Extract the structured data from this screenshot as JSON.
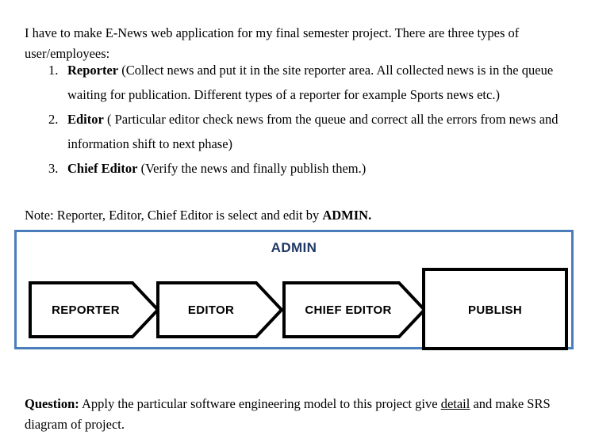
{
  "document": {
    "intro": "I have to make E-News web application for my final semester project. There are three types of user/employees:",
    "list": [
      {
        "marker": "1.",
        "term": "Reporter",
        "text": " (Collect news and put it in the site reporter area. All collected news is in the queue waiting for publication. Different types of a reporter for example Sports news etc.)"
      },
      {
        "marker": "2.",
        "term": "Editor",
        "text": " ( Particular editor check news from the queue and correct all the errors from news and information shift to next phase)"
      },
      {
        "marker": "3.",
        "term": "Chief Editor",
        "text": " (Verify the news and finally publish them.)"
      }
    ],
    "note": {
      "prefix": "Note: Reporter, Editor, Chief Editor is select and edit by ",
      "strong": "ADMIN."
    },
    "question": {
      "label": "Question:",
      "part1": " Apply the particular software engineering model to this project give ",
      "underlined": "detail",
      "part2": " and make SRS diagram of project."
    }
  },
  "diagram": {
    "title": "ADMIN",
    "frame_color": "#4A7EBB",
    "title_color": "#1F3864",
    "node_stroke": "#000000",
    "node_fill": "#ffffff",
    "nodes": [
      {
        "id": "reporter",
        "label": "REPORTER",
        "shape": "chevron"
      },
      {
        "id": "editor",
        "label": "EDITOR",
        "shape": "chevron"
      },
      {
        "id": "chief-editor",
        "label": "CHIEF EDITOR",
        "shape": "chevron"
      },
      {
        "id": "publish",
        "label": "PUBLISH",
        "shape": "rectangle"
      }
    ]
  }
}
